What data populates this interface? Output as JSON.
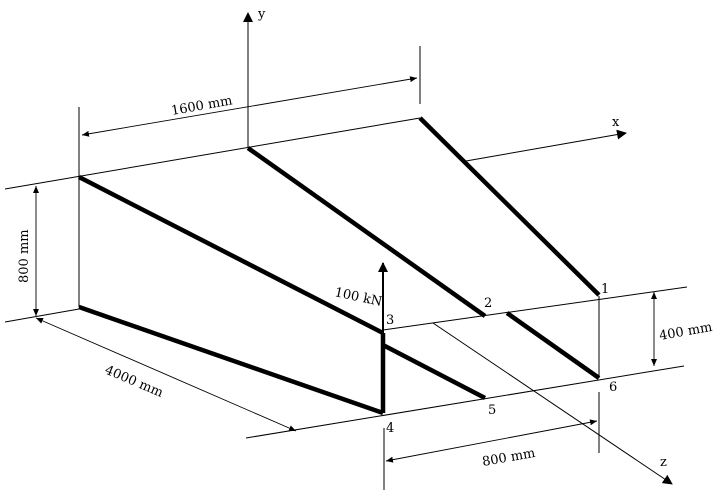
{
  "axes": {
    "x": "x",
    "y": "y",
    "z": "z"
  },
  "nodes": [
    "1",
    "2",
    "3",
    "4",
    "5",
    "6"
  ],
  "dimensions": {
    "length_top": "1600 mm",
    "height_left": "800 mm",
    "length_side": "4000 mm",
    "height_right": "400 mm",
    "width_bottom": "800 mm"
  },
  "load": "100 kN"
}
